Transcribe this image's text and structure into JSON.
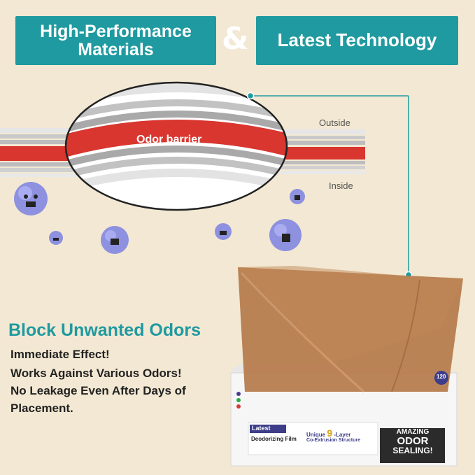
{
  "badges": {
    "left_line1": "High-Performance",
    "left_line2": "Materials",
    "ampersand": "&",
    "right": "Latest Technology"
  },
  "diagram": {
    "barrier_label": "Odor barrier",
    "outside_label": "Outside",
    "inside_label": "Inside"
  },
  "benefits": {
    "title": "Block Unwanted Odors",
    "items": [
      "Immediate Effect!",
      "Works Against Various Odors!",
      "No Leakage Even After Days of",
      "Placement."
    ]
  },
  "box": {
    "brand_word": "Latest",
    "film_text": "Deodorizing Film",
    "unique_text": "Unique",
    "layer_count": "9",
    "layer_text": "-Layer",
    "coextrusion_text": "Co-Extrusion Structure",
    "seal_line1": "AMAZING",
    "seal_line2": "ODOR",
    "seal_line3": "SEALING!",
    "count_badge": "120"
  },
  "colors": {
    "background": "#f3e8d3",
    "teal": "#1f9aa0",
    "barrier_red": "#d8362f",
    "bag_brown": "#b5794a",
    "germ_purple": "#7b7fd6"
  }
}
